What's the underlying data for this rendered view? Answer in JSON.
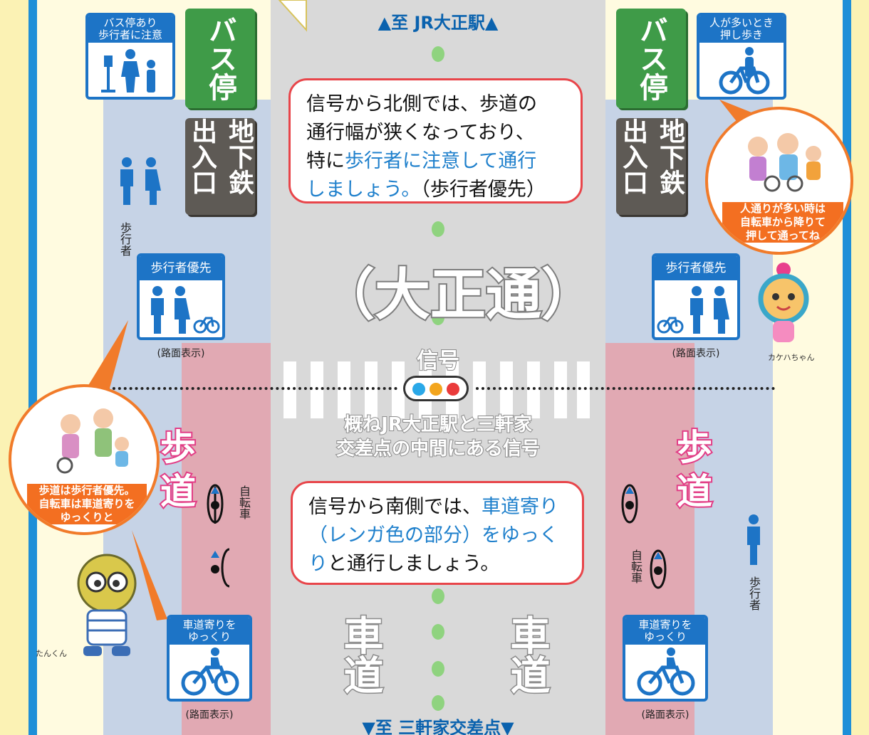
{
  "directions": {
    "north": "▲至 JR大正駅▲",
    "south": "▼至 三軒家交差点▼"
  },
  "road_name": "（大正通）",
  "roadway_label": "車道",
  "bus_stop": "バス停",
  "subway_entrance": "地下鉄出入口",
  "signs": {
    "bus_caution_header": "バス停あり\n歩行者に注意",
    "dismount_header": "人が多いとき\n押し歩き",
    "ped_priority_header": "歩行者優先",
    "keep_roadside_header": "車道寄りを\nゆっくり"
  },
  "road_marking_note": "(路面表示)",
  "pedestrian_label": "歩行者",
  "bicycle_label": "自転車",
  "sidewalk_label": "歩道",
  "signal": {
    "label": "信号",
    "description": "概ねJR大正駅と三軒家\n交差点の中間にある信号",
    "lamp_colors": [
      "#2aa8e8",
      "#f3a51d",
      "#ea3b3b"
    ]
  },
  "north_callout": {
    "line1": "信号から北側では、歩道の",
    "line2": "通行幅が狭くなっており、",
    "line3_pre": "特に",
    "line3_hl": "歩行者に注意して通行",
    "line4_hl": "しましょう。",
    "line4_post": "（歩行者優先）"
  },
  "south_callout": {
    "line1_pre": "信号から南側では、",
    "line1_hl": "車道寄り",
    "line2_hl": "（レンガ色の部分）をゆっく",
    "line3_hl": "り",
    "line3_post": "と通行しましょう。"
  },
  "bubble_right": "人通りが多い時は\n自転車から降りて\n押して通ってね",
  "bubble_left": "歩道は歩行者優先。\n自転車は車道寄りを\nゆっくりと",
  "mascot_right_name": "カケハちゃん",
  "mascot_left_name": "たんくん",
  "colors": {
    "frame": "#1e8fd8",
    "sidewalk": "#c6d3e6",
    "brick_lane": "#e1a9b3",
    "roadway": "#d9d9d9",
    "center_line": "#8fd37f",
    "accent_red": "#e8454a",
    "accent_orange": "#f36f21"
  }
}
